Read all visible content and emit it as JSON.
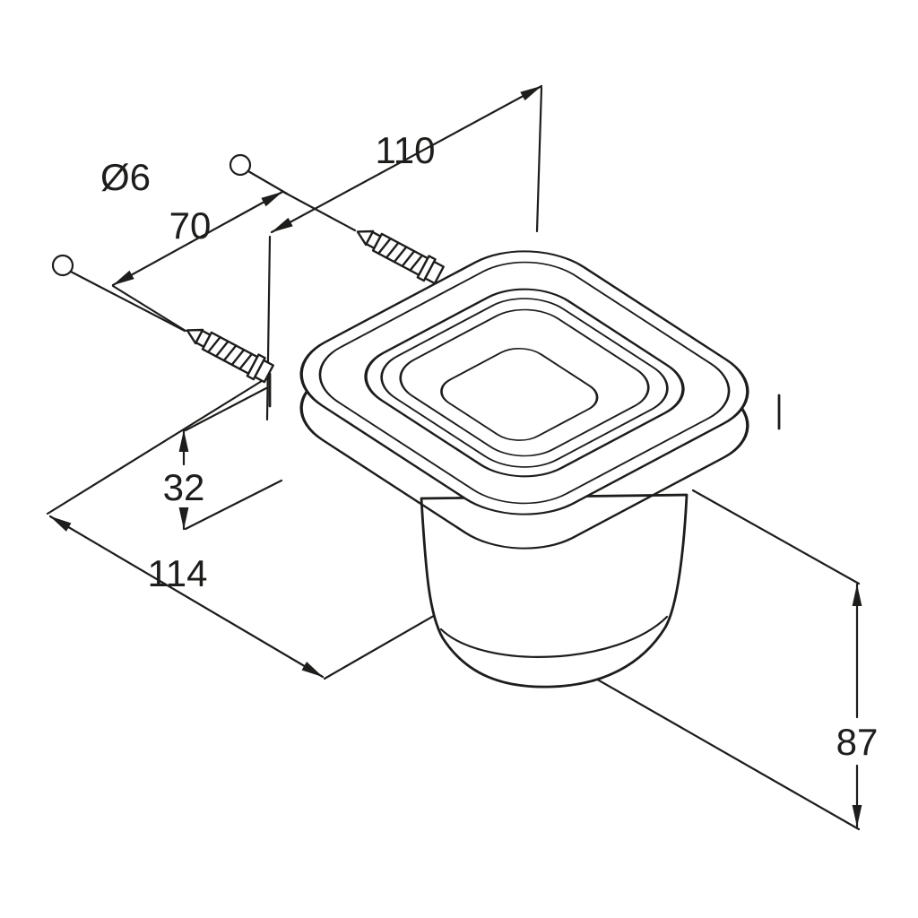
{
  "drawing": {
    "type": "technical-dimensional-drawing",
    "subject": "wall-mounted tumbler holder with glass, isometric view with two wall anchors",
    "colors": {
      "line": "#1d1d1b",
      "background": "#ffffff"
    },
    "labels": {
      "hole_diameter": "Ø6",
      "top_depth": "110",
      "hole_spacing": "70",
      "bracket_thickness": "32",
      "overall_width": "114",
      "cup_height": "87"
    }
  }
}
